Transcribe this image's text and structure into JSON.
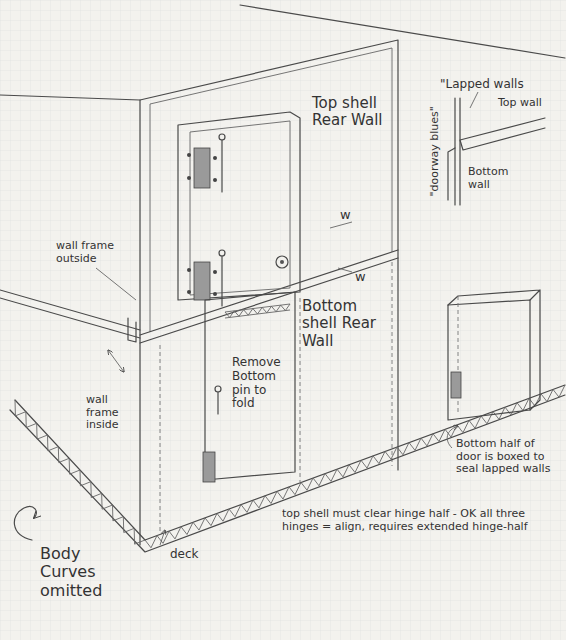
{
  "diagram": {
    "labels": [
      "Top shell Rear Wall",
      "w",
      "w",
      "Bottom shell Rear Wall",
      "Remove Bottom pin to fold",
      "wall frame outside",
      "wall frame inside",
      "\"Lapped walls",
      "Top wall",
      "\"doorway blues\"",
      "Bottom wall",
      "Bottom half of door is boxed to seal lapped walls",
      "top shell must clear hinge half - OK all three hinges = align, requires extended hinge-half",
      "deck",
      "Body Curves omitted"
    ]
  }
}
